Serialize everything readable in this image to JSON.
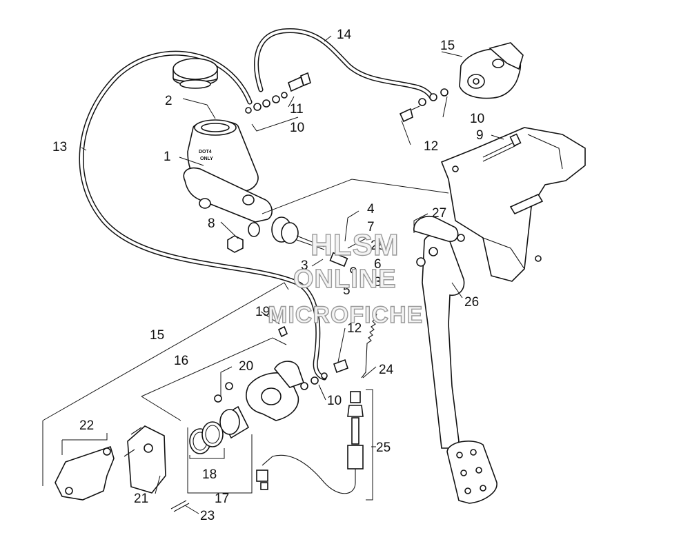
{
  "diagram": {
    "callouts": [
      {
        "key": "c1",
        "text": "1"
      },
      {
        "key": "c2",
        "text": "2"
      },
      {
        "key": "c3a",
        "text": "3"
      },
      {
        "key": "c3b",
        "text": "3"
      },
      {
        "key": "c4",
        "text": "4"
      },
      {
        "key": "c5",
        "text": "5"
      },
      {
        "key": "c6",
        "text": "6"
      },
      {
        "key": "c7",
        "text": "7"
      },
      {
        "key": "c8",
        "text": "8"
      },
      {
        "key": "c9",
        "text": "9"
      },
      {
        "key": "c10a",
        "text": "10"
      },
      {
        "key": "c10b",
        "text": "10"
      },
      {
        "key": "c10c",
        "text": "10"
      },
      {
        "key": "c11",
        "text": "11"
      },
      {
        "key": "c12a",
        "text": "12"
      },
      {
        "key": "c12b",
        "text": "12"
      },
      {
        "key": "c13",
        "text": "13"
      },
      {
        "key": "c14",
        "text": "14"
      },
      {
        "key": "c15a",
        "text": "15"
      },
      {
        "key": "c15b",
        "text": "15"
      },
      {
        "key": "c16",
        "text": "16"
      },
      {
        "key": "c17",
        "text": "17"
      },
      {
        "key": "c18",
        "text": "18"
      },
      {
        "key": "c19",
        "text": "19"
      },
      {
        "key": "c20",
        "text": "20"
      },
      {
        "key": "c21",
        "text": "21"
      },
      {
        "key": "c22",
        "text": "22"
      },
      {
        "key": "c23",
        "text": "23"
      },
      {
        "key": "c24",
        "text": "24"
      },
      {
        "key": "c25",
        "text": "25"
      },
      {
        "key": "c26",
        "text": "26"
      },
      {
        "key": "c27",
        "text": "27"
      },
      {
        "key": "c28",
        "text": "28"
      }
    ],
    "reservoir_embossing": [
      "DOT4",
      "ONLY"
    ]
  },
  "watermark": {
    "line1": "HLSM",
    "line2": "ONLINE",
    "line3": "MICROFICHE"
  }
}
